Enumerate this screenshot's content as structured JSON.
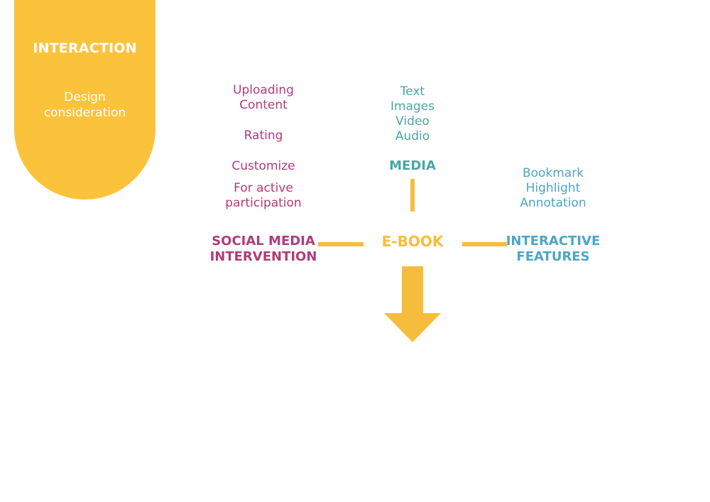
{
  "header_tab": {
    "title": "INTERACTION",
    "subtitle": "Design\nconsideration",
    "color": "#fbc33b"
  },
  "diagram": {
    "center": {
      "label": "E-BOOK",
      "color": "#f6bd3c"
    },
    "media": {
      "title": "MEDIA",
      "items": "Text\nImages\nVideo\nAudio",
      "color": "#4aa6a6"
    },
    "social": {
      "title": "SOCIAL MEDIA\nINTERVENTION",
      "items": [
        "Uploading\nContent",
        "Rating",
        "Customize",
        "For active\nparticipation"
      ],
      "color": "#b13b79"
    },
    "interactive": {
      "title": "INTERACTIVE\nFEATURES",
      "items": "Bookmark\nHighlight\nAnnotation",
      "color": "#4ca6c4"
    },
    "connector_color": "#f6bd3c"
  }
}
